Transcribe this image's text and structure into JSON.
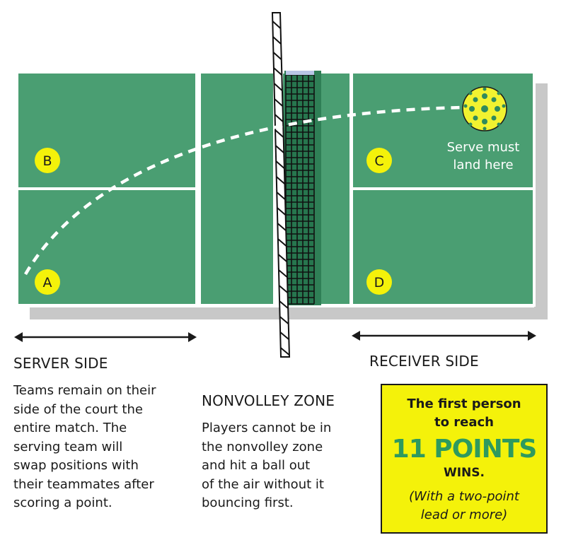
{
  "players": {
    "a": "A",
    "b": "B",
    "c": "C",
    "d": "D"
  },
  "serve_note": [
    "Serve must",
    "land here"
  ],
  "sections": {
    "server": {
      "heading": "SERVER SIDE",
      "lines": [
        "Teams remain on their",
        "side of the court the",
        "entire match. The",
        "serving team will",
        "swap positions with",
        "their teammates after",
        "scoring a point."
      ]
    },
    "nonvolley": {
      "heading": "NONVOLLEY ZONE",
      "lines": [
        "Players cannot be in",
        "the nonvolley zone",
        "and hit a ball out",
        "of the air without it",
        "bouncing first."
      ]
    },
    "receiver": {
      "heading": "RECEIVER SIDE"
    }
  },
  "win_box": {
    "line1": "The first person",
    "line2": "to reach",
    "points": "11 POINTS",
    "wins": "WINS.",
    "note1": "(With a two-point",
    "note2": "lead or more)"
  },
  "colors": {
    "court": "#4a9e72",
    "court_dark": "#3a8f63",
    "shadow": "#c8c8c8",
    "player_marker": "#f4f20a",
    "ball": "#f2f230",
    "box_bg": "#f4f20a",
    "points_text": "#2e9a5e"
  }
}
